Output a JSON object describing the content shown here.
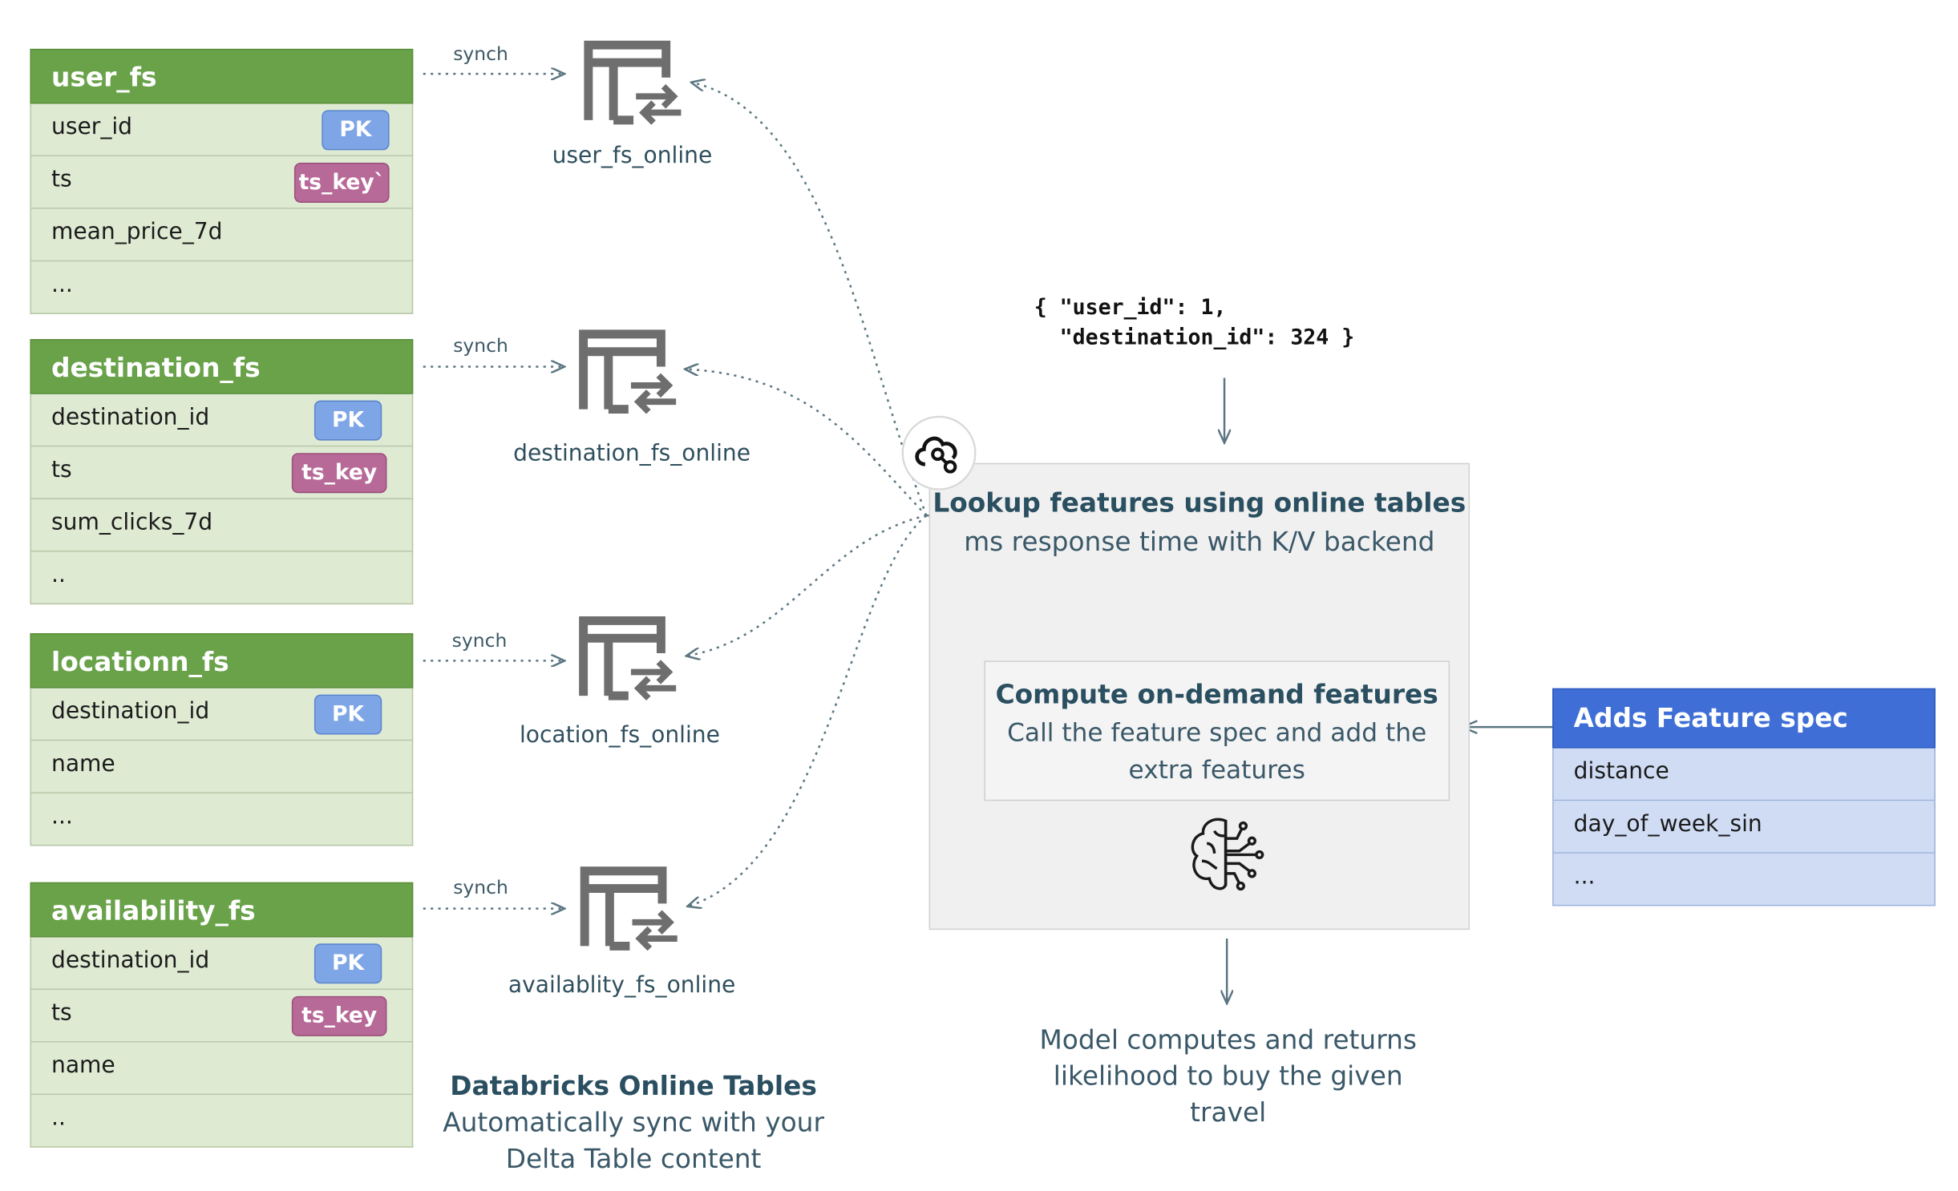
{
  "feature_tables": [
    {
      "name": "user_fs",
      "rows": [
        {
          "text": "user_id",
          "badge": "PK"
        },
        {
          "text": "ts",
          "badge": "ts_key`"
        },
        {
          "text": "mean_price_7d"
        },
        {
          "text": "..."
        }
      ]
    },
    {
      "name": "destination_fs",
      "rows": [
        {
          "text": "destination_id",
          "badge": "PK"
        },
        {
          "text": "ts",
          "badge": "ts_key"
        },
        {
          "text": "sum_clicks_7d"
        },
        {
          "text": ".."
        }
      ]
    },
    {
      "name": "locationn_fs",
      "rows": [
        {
          "text": "destination_id",
          "badge": "PK"
        },
        {
          "text": "name"
        },
        {
          "text": "..."
        }
      ]
    },
    {
      "name": "availability_fs",
      "rows": [
        {
          "text": "destination_id",
          "badge": "PK"
        },
        {
          "text": "ts",
          "badge": "ts_key"
        },
        {
          "text": "name"
        },
        {
          "text": ".."
        }
      ]
    }
  ],
  "synch_label": "synch",
  "online_tables": [
    "user_fs_online",
    "destination_fs_online",
    "location_fs_online",
    "availablity_fs_online"
  ],
  "online_caption": {
    "title": "Databricks Online Tables",
    "line1": "Automatically sync with your",
    "line2": "Delta Table content"
  },
  "request": {
    "line1": "{ \"user_id\": 1,",
    "line2": "  \"destination_id\": 324 }"
  },
  "lookup": {
    "title": "Lookup features using online tables",
    "subtitle": "ms response time with K/V backend"
  },
  "compute": {
    "title": "Compute on-demand features",
    "line1": "Call the feature spec and add the",
    "line2": "extra features"
  },
  "feature_spec": {
    "title": "Adds Feature spec",
    "rows": [
      "distance",
      "day_of_week_sin",
      "..."
    ]
  },
  "model_output": {
    "line1": "Model computes and returns",
    "line2": "likelihood to buy the given",
    "line3": "travel"
  },
  "icons": {
    "online_table": "table-sync-icon",
    "serving": "cloud-connection-icon",
    "model": "brain-circuit-icon"
  },
  "colors": {
    "fs_header": "#6aa24a",
    "fs_row": "#dfead3",
    "pk": "#7ea6e6",
    "ts_key": "#b76a97",
    "spec_header": "#3f6fd6",
    "spec_row": "#cfdcf4"
  }
}
